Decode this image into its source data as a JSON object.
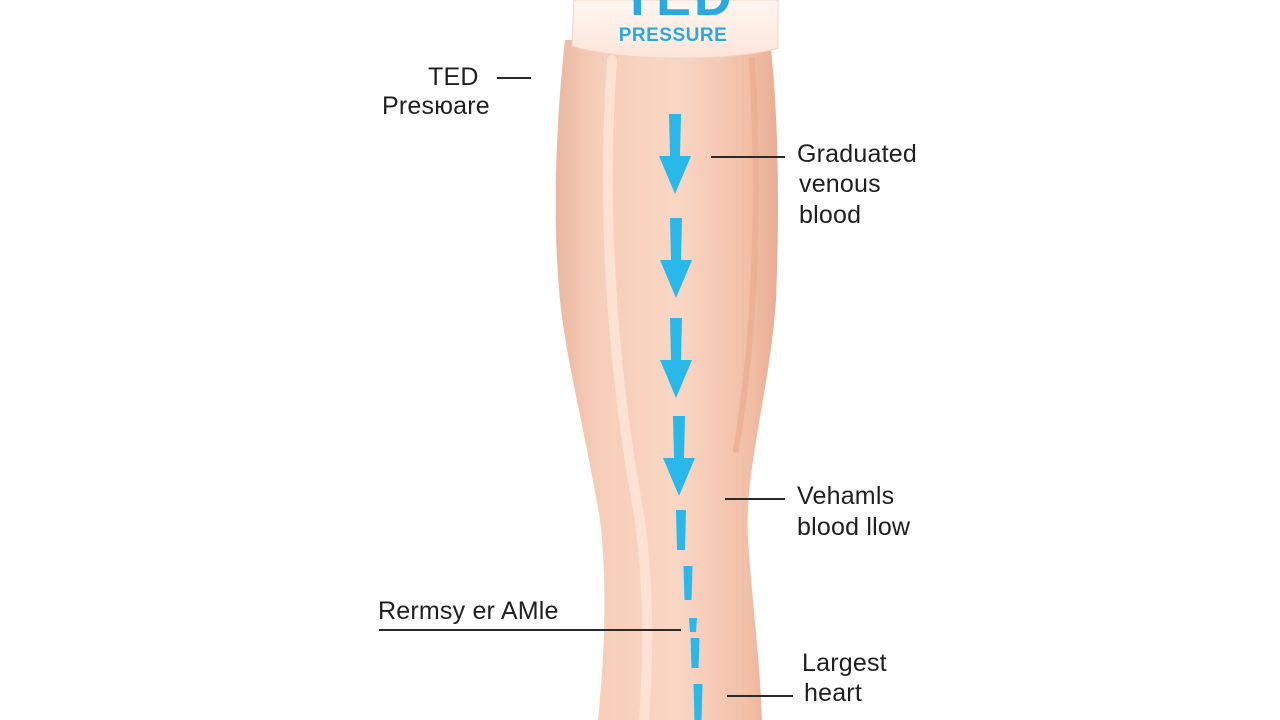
{
  "stocking_band": {
    "title": "TED",
    "subtitle": "PRESSURE"
  },
  "labels": {
    "ted_pressure": [
      "TED",
      "Presюare"
    ],
    "graduated": [
      "Graduated",
      "venous",
      "blood"
    ],
    "venous_flow": [
      "Vehamls",
      "blood llow"
    ],
    "ankle": "Rermsy er AMle",
    "largest_heart": [
      "Largest",
      "heart"
    ]
  },
  "colors": {
    "skin": "#f7cdb6",
    "skin_shade": "#eab097",
    "band": "#fdebe2",
    "arrow": "#29b8ea",
    "text": "#1f1f1f"
  }
}
